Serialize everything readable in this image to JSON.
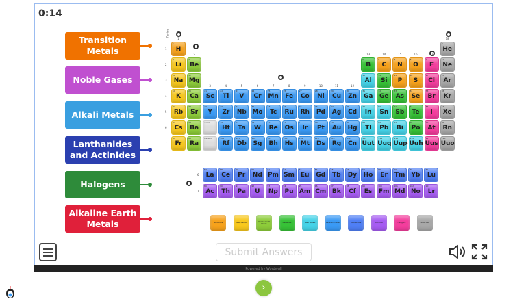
{
  "timer": "0:14",
  "labels": [
    {
      "text": "Transition Metals",
      "color": "#f07200"
    },
    {
      "text": "Noble Gases",
      "color": "#c050d0"
    },
    {
      "text": "Alkali Metals",
      "color": "#3a9fe0"
    },
    {
      "text": "Lanthanides and Actinides",
      "color": "#2b40b0"
    },
    {
      "text": "Halogens",
      "color": "#2e8b3a"
    },
    {
      "text": "Alkaline Earth Metals",
      "color": "#e0203a"
    }
  ],
  "table": {
    "period_header": "Period",
    "groups": [
      "1",
      "2",
      "3",
      "4",
      "5",
      "6",
      "7",
      "8",
      "9",
      "10",
      "11",
      "12",
      "13",
      "14",
      "15",
      "16",
      "17",
      "18"
    ],
    "periods": [
      "1",
      "2",
      "3",
      "4",
      "5",
      "6",
      "7"
    ],
    "placeholders": [
      {
        "period": 6,
        "text": "57-71"
      },
      {
        "period": 7,
        "text": "89-103"
      }
    ],
    "colors": {
      "n": "#f7a21b",
      "a": "#f8c81c",
      "e": "#8dcc3a",
      "t": "#3a9af5",
      "b": "#45d3e8",
      "m": "#37c237",
      "h": "#f43d9d",
      "g": "#a8a8a8",
      "l": "#4f7ff5",
      "c": "#a65cf2"
    },
    "elements": [
      [
        [
          "H",
          1,
          1,
          "n"
        ],
        [
          "He",
          2,
          18,
          "g"
        ]
      ],
      [
        [
          "Li",
          3,
          1,
          "a"
        ],
        [
          "Be",
          4,
          2,
          "e"
        ],
        [
          "B",
          5,
          13,
          "m"
        ],
        [
          "C",
          6,
          14,
          "n"
        ],
        [
          "N",
          7,
          15,
          "n"
        ],
        [
          "O",
          8,
          16,
          "n"
        ],
        [
          "F",
          9,
          17,
          "h"
        ],
        [
          "Ne",
          10,
          18,
          "g"
        ]
      ],
      [
        [
          "Na",
          11,
          1,
          "a"
        ],
        [
          "Mg",
          12,
          2,
          "e"
        ],
        [
          "Al",
          13,
          13,
          "b"
        ],
        [
          "Si",
          14,
          14,
          "m"
        ],
        [
          "P",
          15,
          15,
          "n"
        ],
        [
          "S",
          16,
          16,
          "n"
        ],
        [
          "Cl",
          17,
          17,
          "h"
        ],
        [
          "Ar",
          18,
          18,
          "g"
        ]
      ],
      [
        [
          "K",
          19,
          1,
          "a"
        ],
        [
          "Ca",
          20,
          2,
          "e"
        ],
        [
          "Sc",
          21,
          3,
          "t"
        ],
        [
          "Ti",
          22,
          4,
          "t"
        ],
        [
          "V",
          23,
          5,
          "t"
        ],
        [
          "Cr",
          24,
          6,
          "t"
        ],
        [
          "Mn",
          25,
          7,
          "t"
        ],
        [
          "Fe",
          26,
          8,
          "t"
        ],
        [
          "Co",
          27,
          9,
          "t"
        ],
        [
          "Ni",
          28,
          10,
          "t"
        ],
        [
          "Cu",
          29,
          11,
          "t"
        ],
        [
          "Zn",
          30,
          12,
          "t"
        ],
        [
          "Ga",
          31,
          13,
          "b"
        ],
        [
          "Ge",
          32,
          14,
          "m"
        ],
        [
          "As",
          33,
          15,
          "m"
        ],
        [
          "Se",
          34,
          16,
          "n"
        ],
        [
          "Br",
          35,
          17,
          "h"
        ],
        [
          "Kr",
          36,
          18,
          "g"
        ]
      ],
      [
        [
          "Rb",
          37,
          1,
          "a"
        ],
        [
          "Sr",
          38,
          2,
          "e"
        ],
        [
          "Y",
          39,
          3,
          "t"
        ],
        [
          "Zr",
          40,
          4,
          "t"
        ],
        [
          "Nb",
          41,
          5,
          "t"
        ],
        [
          "Mo",
          42,
          6,
          "t"
        ],
        [
          "Tc",
          43,
          7,
          "t"
        ],
        [
          "Ru",
          44,
          8,
          "t"
        ],
        [
          "Rh",
          45,
          9,
          "t"
        ],
        [
          "Pd",
          46,
          10,
          "t"
        ],
        [
          "Ag",
          47,
          11,
          "t"
        ],
        [
          "Cd",
          48,
          12,
          "t"
        ],
        [
          "In",
          49,
          13,
          "b"
        ],
        [
          "Sn",
          50,
          14,
          "b"
        ],
        [
          "Sb",
          51,
          15,
          "m"
        ],
        [
          "Te",
          52,
          16,
          "m"
        ],
        [
          "I",
          53,
          17,
          "h"
        ],
        [
          "Xe",
          54,
          18,
          "g"
        ]
      ],
      [
        [
          "Cs",
          55,
          1,
          "a"
        ],
        [
          "Ba",
          56,
          2,
          "e"
        ],
        [
          "Hf",
          72,
          4,
          "t"
        ],
        [
          "Ta",
          73,
          5,
          "t"
        ],
        [
          "W",
          74,
          6,
          "t"
        ],
        [
          "Re",
          75,
          7,
          "t"
        ],
        [
          "Os",
          76,
          8,
          "t"
        ],
        [
          "Ir",
          77,
          9,
          "t"
        ],
        [
          "Pt",
          78,
          10,
          "t"
        ],
        [
          "Au",
          79,
          11,
          "t"
        ],
        [
          "Hg",
          80,
          12,
          "t"
        ],
        [
          "Tl",
          81,
          13,
          "b"
        ],
        [
          "Pb",
          82,
          14,
          "b"
        ],
        [
          "Bi",
          83,
          15,
          "b"
        ],
        [
          "Po",
          84,
          16,
          "m"
        ],
        [
          "At",
          85,
          17,
          "h"
        ],
        [
          "Rn",
          86,
          18,
          "g"
        ]
      ],
      [
        [
          "Fr",
          87,
          1,
          "a"
        ],
        [
          "Ra",
          88,
          2,
          "e"
        ],
        [
          "Rf",
          104,
          4,
          "t"
        ],
        [
          "Db",
          105,
          5,
          "t"
        ],
        [
          "Sg",
          106,
          6,
          "t"
        ],
        [
          "Bh",
          107,
          7,
          "t"
        ],
        [
          "Hs",
          108,
          8,
          "t"
        ],
        [
          "Mt",
          109,
          9,
          "t"
        ],
        [
          "Ds",
          110,
          10,
          "t"
        ],
        [
          "Rg",
          111,
          11,
          "t"
        ],
        [
          "Cn",
          112,
          12,
          "t"
        ],
        [
          "Uut",
          113,
          13,
          "b"
        ],
        [
          "Uuq",
          114,
          14,
          "b"
        ],
        [
          "Uup",
          115,
          15,
          "b"
        ],
        [
          "Uuh",
          116,
          16,
          "b"
        ],
        [
          "Uus",
          117,
          17,
          "h"
        ],
        [
          "Uuo",
          118,
          18,
          "g"
        ]
      ]
    ],
    "fblock": {
      "periods": [
        "6",
        "7"
      ],
      "lanthanides": [
        [
          "La",
          57
        ],
        [
          "Ce",
          58
        ],
        [
          "Pr",
          59
        ],
        [
          "Nd",
          60
        ],
        [
          "Pm",
          61
        ],
        [
          "Sm",
          62
        ],
        [
          "Eu",
          63
        ],
        [
          "Gd",
          64
        ],
        [
          "Tb",
          65
        ],
        [
          "Dy",
          66
        ],
        [
          "Ho",
          67
        ],
        [
          "Er",
          68
        ],
        [
          "Tm",
          69
        ],
        [
          "Yb",
          70
        ],
        [
          "Lu",
          71
        ]
      ],
      "actinides": [
        [
          "Ac",
          89
        ],
        [
          "Th",
          90
        ],
        [
          "Pa",
          91
        ],
        [
          "U",
          92
        ],
        [
          "Np",
          93
        ],
        [
          "Pu",
          94
        ],
        [
          "Am",
          95
        ],
        [
          "Cm",
          96
        ],
        [
          "Bk",
          97
        ],
        [
          "Cf",
          98
        ],
        [
          "Es",
          99
        ],
        [
          "Fm",
          100
        ],
        [
          "Md",
          101
        ],
        [
          "No",
          102
        ],
        [
          "Lr",
          103
        ]
      ]
    },
    "legend": [
      [
        "Nonmetals",
        "n"
      ],
      [
        "Alkali Metals",
        "a"
      ],
      [
        "Alkaline Earth Metals",
        "e"
      ],
      [
        "Metalloids",
        "m"
      ],
      [
        "Basic Metals",
        "b"
      ],
      [
        "Transition Metals",
        "t"
      ],
      [
        "Lanthanides",
        "l"
      ],
      [
        "Actinides",
        "c"
      ],
      [
        "Halogens",
        "h"
      ],
      [
        "Noble Gas",
        "g"
      ]
    ]
  },
  "footer": {
    "submit": "Submit Answers",
    "powered": "Powered by Wordwall",
    "next": "›"
  }
}
